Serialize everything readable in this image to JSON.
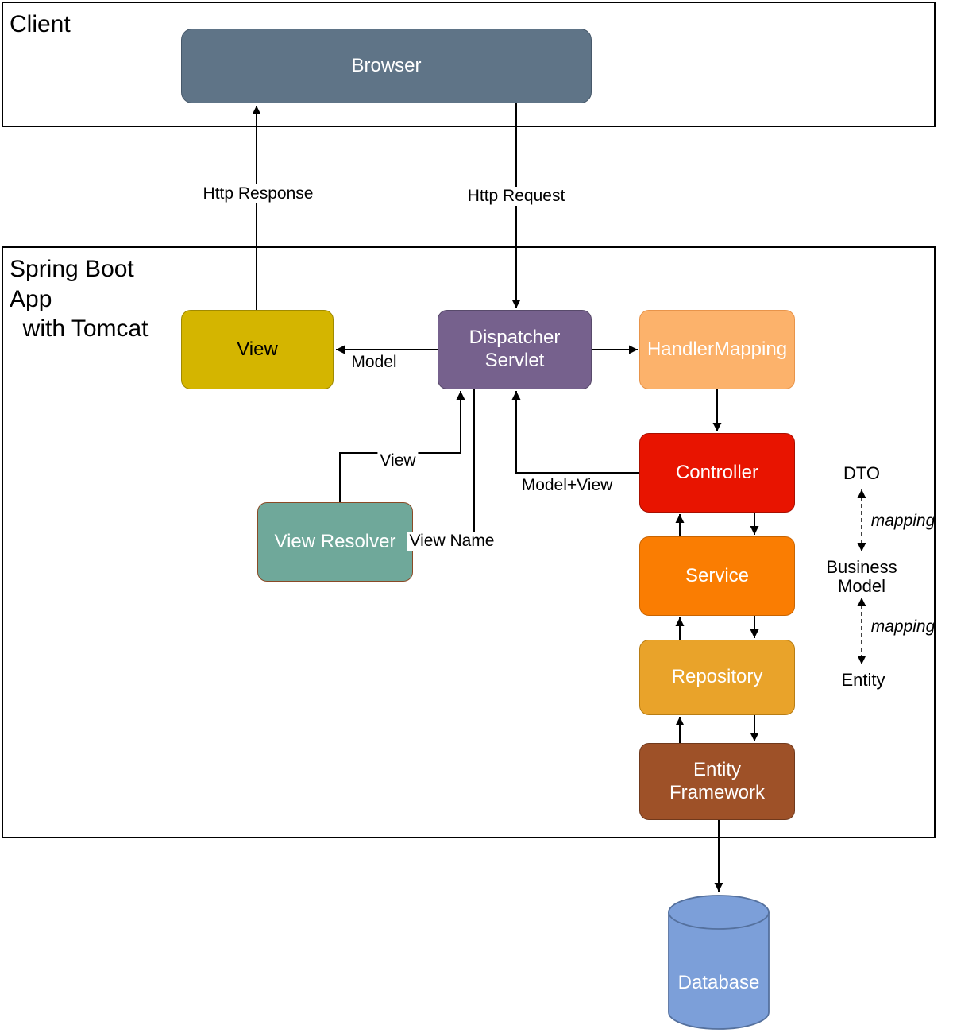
{
  "sections": {
    "client": {
      "label": "Client"
    },
    "server": {
      "label": "Spring Boot\nApp\n  with Tomcat"
    }
  },
  "nodes": {
    "browser": {
      "label": "Browser",
      "fill": "#5f7487"
    },
    "view": {
      "label": "View",
      "fill": "#d4b500"
    },
    "dispatcher_servlet": {
      "label": "Dispatcher\nServlet",
      "fill": "#76618d"
    },
    "handler_mapping": {
      "label": "HandlerMapping",
      "fill": "#fcb26b"
    },
    "view_resolver": {
      "label": "View Resolver",
      "fill": "#6fa89a"
    },
    "controller": {
      "label": "Controller",
      "fill": "#e81400"
    },
    "service": {
      "label": "Service",
      "fill": "#fa7d02"
    },
    "repository": {
      "label": "Repository",
      "fill": "#e9a32a"
    },
    "entity_framework": {
      "label": "Entity\nFramework",
      "fill": "#9e5128"
    },
    "database": {
      "label": "Database",
      "fill": "#7c9fd9"
    }
  },
  "edge_labels": {
    "http_response": "Http Response",
    "http_request": "Http Request",
    "model": "Model",
    "model_view": "Model+View",
    "view": "View",
    "view_name": "View Name"
  },
  "annotations": {
    "dto": "DTO",
    "mapping_top": "mapping",
    "business_model": "Business\nModel",
    "mapping_bottom": "mapping",
    "entity": "Entity"
  }
}
